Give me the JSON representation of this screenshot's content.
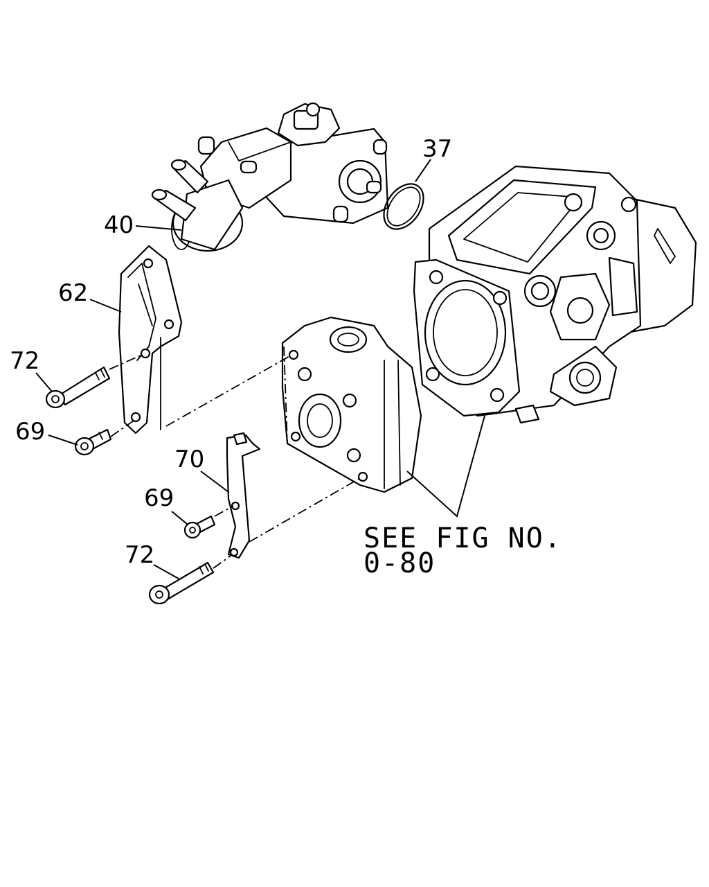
{
  "callouts": {
    "c37": "37",
    "c40": "40",
    "c62": "62",
    "c72_top": "72",
    "c69_top": "69",
    "c70": "70",
    "c69_bottom": "69",
    "c72_bottom": "72"
  },
  "note": {
    "line1": "SEE FIG NO.",
    "line2": "0-80"
  }
}
